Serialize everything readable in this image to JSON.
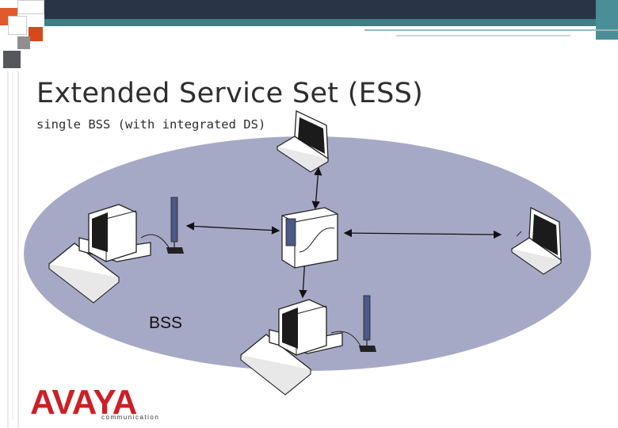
{
  "slide": {
    "title": "Extended Service Set (ESS)",
    "subtitle": "single BSS (with integrated DS)"
  },
  "diagram": {
    "bss_label": "BSS",
    "nodes": [
      {
        "id": "access-point",
        "icon": "access-point-icon"
      },
      {
        "id": "desktop-left",
        "icon": "desktop-computer-icon"
      },
      {
        "id": "desktop-bottom",
        "icon": "desktop-computer-icon"
      },
      {
        "id": "laptop-top",
        "icon": "laptop-icon"
      },
      {
        "id": "laptop-right",
        "icon": "laptop-icon"
      }
    ],
    "links": [
      {
        "from": "desktop-left",
        "to": "access-point"
      },
      {
        "from": "laptop-top",
        "to": "access-point"
      },
      {
        "from": "access-point",
        "to": "laptop-right"
      },
      {
        "from": "access-point",
        "to": "desktop-bottom"
      }
    ]
  },
  "logo": {
    "wordmark": "AVAYA",
    "sub": "communication"
  },
  "colors": {
    "header_dark": "#2a3447",
    "header_teal": "#3f7e86",
    "ellipse_fill": "#a6a9c6",
    "logo_red": "#cc1f26"
  }
}
